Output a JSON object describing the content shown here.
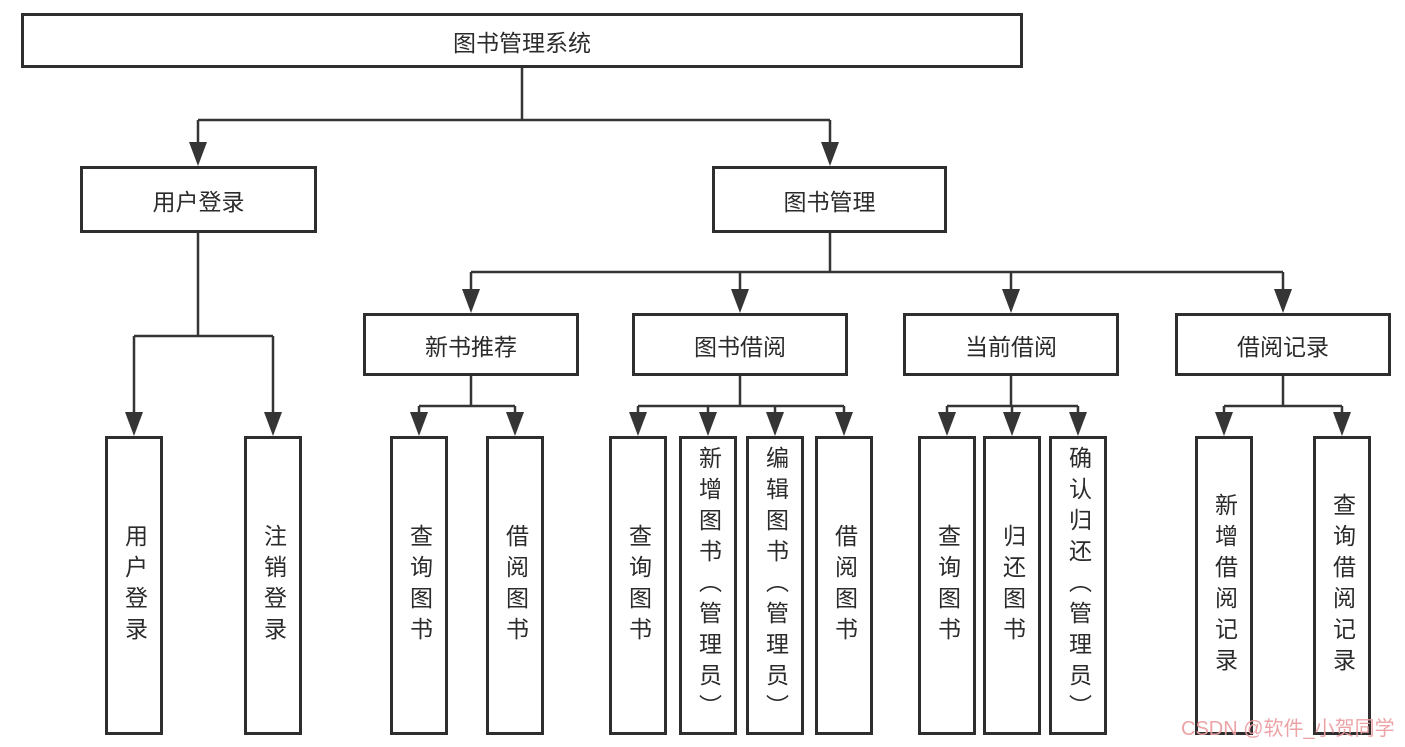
{
  "title": "图书管理系统",
  "colors": {
    "background": "#ffffff",
    "box_border": "#2e2e2e",
    "connector_line": "#353535",
    "text": "#2b2b2b",
    "watermark": "#ec9fa3"
  },
  "watermark": {
    "text": "CSDN @软件_小贺同学"
  },
  "tree": {
    "root": {
      "label": "图书管理系统"
    },
    "branches": [
      {
        "label": "用户登录",
        "children": [
          {
            "label": "用户登录"
          },
          {
            "label": "注销登录"
          }
        ]
      },
      {
        "label": "图书管理",
        "children": [
          {
            "label": "新书推荐",
            "children": [
              {
                "label": "查询图书"
              },
              {
                "label": "借阅图书"
              }
            ]
          },
          {
            "label": "图书借阅",
            "children": [
              {
                "label": "查询图书"
              },
              {
                "label": "新增图书（管理员）"
              },
              {
                "label": "编辑图书（管理员）"
              },
              {
                "label": "借阅图书"
              }
            ]
          },
          {
            "label": "当前借阅",
            "children": [
              {
                "label": "查询图书"
              },
              {
                "label": "归还图书"
              },
              {
                "label": "确认归还（管理员）"
              }
            ]
          },
          {
            "label": "借阅记录",
            "children": [
              {
                "label": "新增借阅记录"
              },
              {
                "label": "查询借阅记录"
              }
            ]
          }
        ]
      }
    ]
  }
}
